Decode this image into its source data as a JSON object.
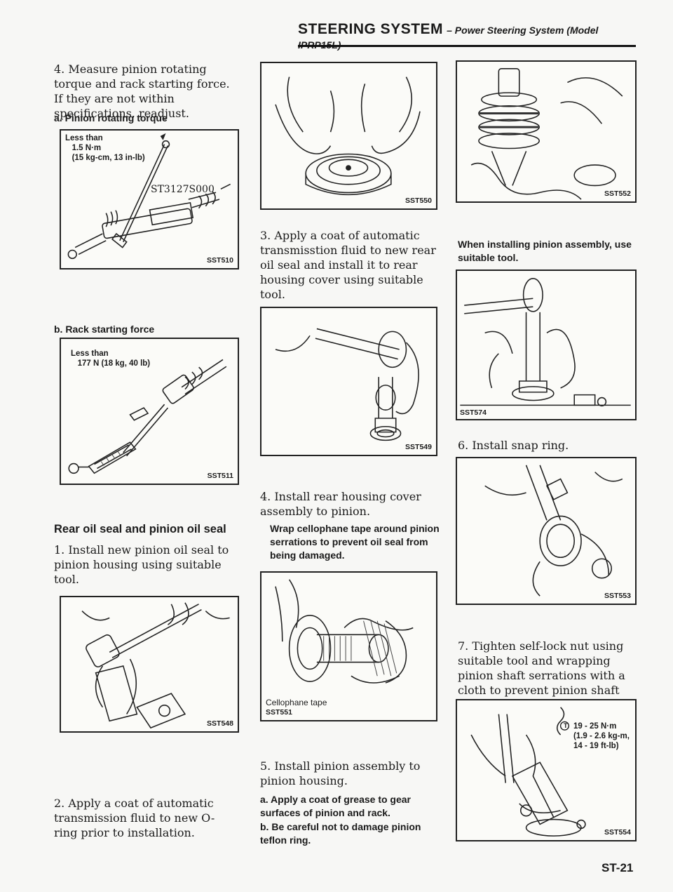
{
  "header": {
    "title": "STEERING SYSTEM",
    "subtitle": "– Power Steering System (Model IPRP15L)"
  },
  "left": {
    "step4": "4. Measure pinion rotating torque and rack starting force. If they are not within specifications, readjust.",
    "sub_a": "a. Pinion rotating torque",
    "fig510": {
      "label": "SST510",
      "callout": "Less than\n   1.5 N·m\n   (15 kg-cm, 13 in-lb)",
      "tool": "ST3127S000"
    },
    "sub_b": "b. Rack starting force",
    "fig511": {
      "label": "SST511",
      "callout": "Less than\n   177 N (18 kg, 40 lb)"
    },
    "section_title": "Rear oil seal and pinion oil seal",
    "step1": "1. Install new pinion oil seal to pinion housing using suitable tool.",
    "fig548": {
      "label": "SST548"
    },
    "step2": "2. Apply a coat of automatic transmission fluid to new O-ring prior to installation."
  },
  "middle": {
    "fig550": {
      "label": "SST550"
    },
    "step3": "3. Apply a coat of automatic transmisstion fluid to new rear oil seal and install it to rear housing cover using suitable tool.",
    "fig549": {
      "label": "SST549"
    },
    "step4": "4. Install rear housing cover assembly to pinion.",
    "note4": "Wrap cellophane tape around pinion serrations to prevent oil seal from being damaged.",
    "fig551": {
      "label": "SST551",
      "callout": "Cellophane tape"
    },
    "step5": "5. Install pinion assembly to pinion housing.",
    "note5a": "a. Apply a coat of grease to gear surfaces of pinion and rack.",
    "note5b": "b. Be careful not to damage pinion teflon ring."
  },
  "right": {
    "fig552": {
      "label": "SST552"
    },
    "note_install": "When installing pinion assembly, use suitable tool.",
    "fig574": {
      "label": "SST574"
    },
    "step6": "6. Install snap ring.",
    "fig553": {
      "label": "SST553"
    },
    "step7": "7. Tighten self-lock nut using suitable tool and wrapping pinion shaft serrations with a cloth to prevent pinion shaft from turning.",
    "fig554": {
      "label": "SST554",
      "callout": "19 - 25 N·m\n(1.9 - 2.6 kg-m,\n14 - 19 ft-lb)",
      "torque_symbol": "T"
    }
  },
  "page_number": "ST-21"
}
